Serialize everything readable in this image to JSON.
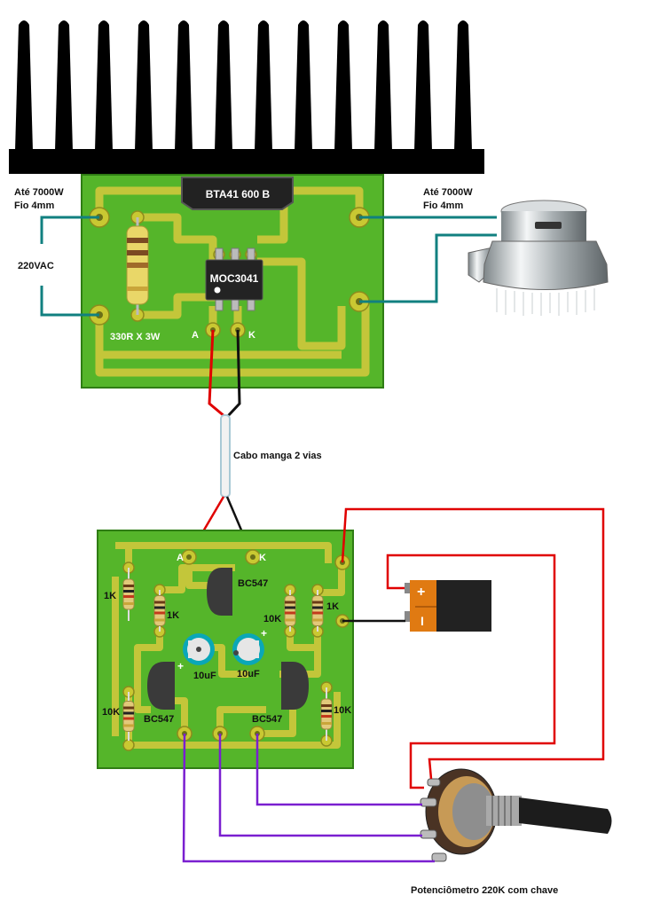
{
  "labels": {
    "triac": "BTA41 600 B",
    "optocoupler": "MOC3041",
    "left_power_line1": "Até 7000W",
    "left_power_line2": "Fio 4mm",
    "mains": "220VAC",
    "right_power_line1": "Até 7000W",
    "right_power_line2": "Fio 4mm",
    "resistor_power": "330R X 3W",
    "pin_a_top": "A",
    "pin_k_top": "K",
    "cable": "Cabo manga 2 vias",
    "pin_a_bottom": "A",
    "pin_k_bottom": "K",
    "transistor_1": "BC547",
    "transistor_2": "BC547",
    "transistor_3": "BC547",
    "res_1k_a": "1K",
    "res_1k_b": "1K",
    "res_1k_c": "1K",
    "res_10k_a": "10K",
    "res_10k_b": "10K",
    "res_10k_c": "10K",
    "cap_1": "10uF",
    "cap_2": "10uF",
    "cap_plus_1": "+",
    "cap_plus_2": "+",
    "battery_plus": "+",
    "battery_minus": "I",
    "potentiometer": "Potenciômetro 220K com chave"
  },
  "colors": {
    "pcb": "#55b52a",
    "trace": "#c3c63a",
    "pad": "#c9c832",
    "teal_wire": "#118080",
    "red_wire": "#e00000",
    "black_wire": "#111111",
    "purple_wire": "#7a1fd0",
    "battery_orange": "#e07a12",
    "heatsink": "#000000"
  }
}
